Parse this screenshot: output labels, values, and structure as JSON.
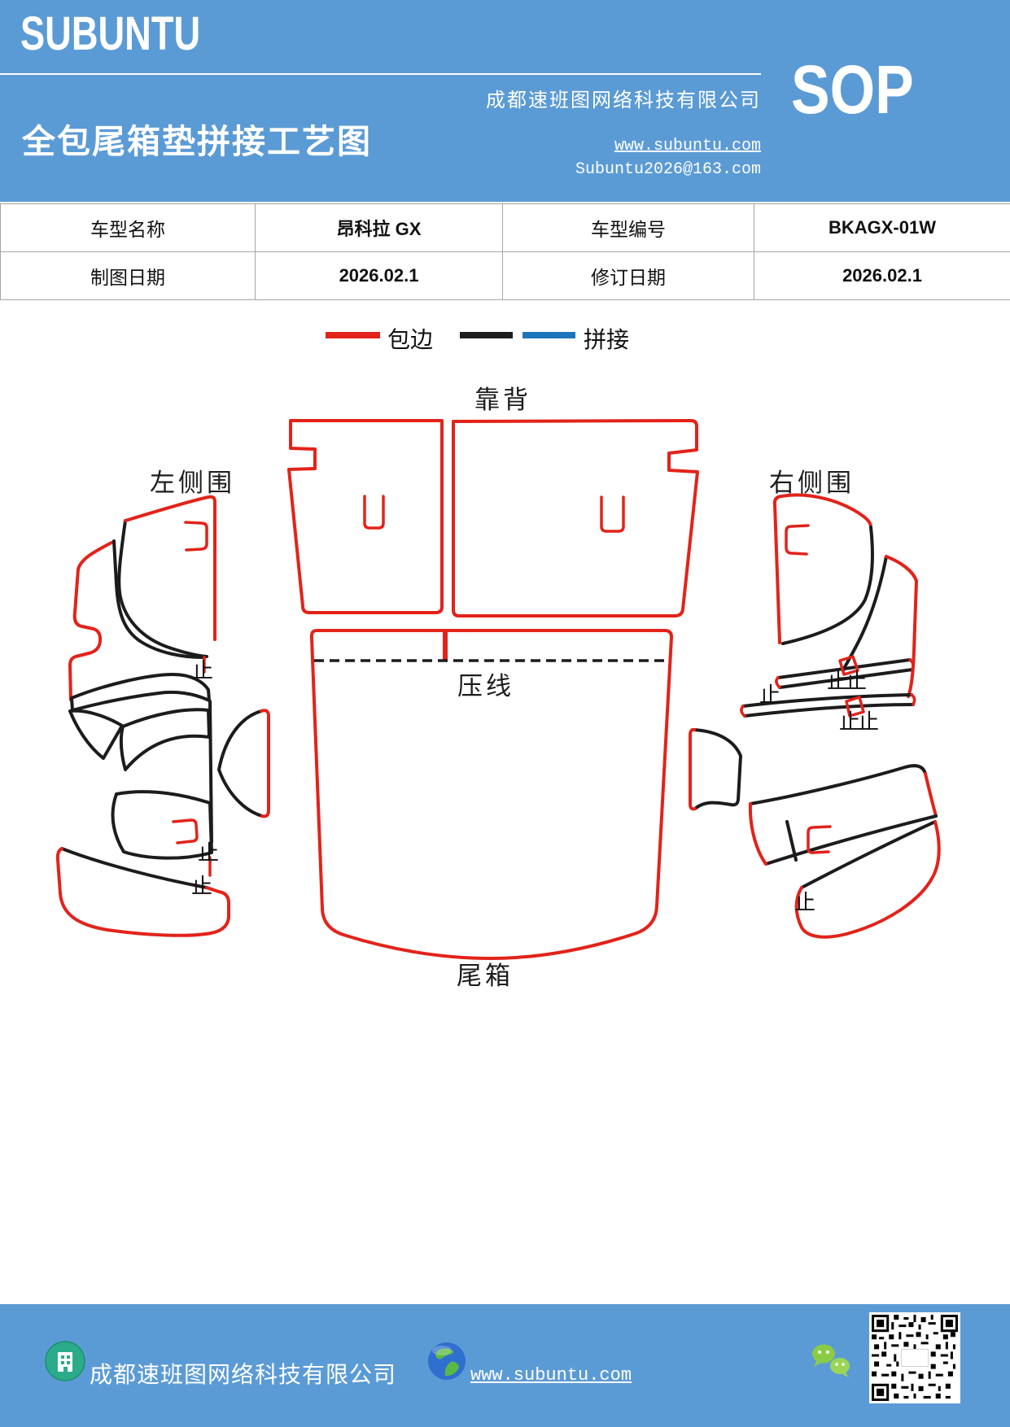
{
  "header": {
    "logo": "SUBUNTU",
    "company": "成都速班图网络科技有限公司",
    "title": "全包尾箱垫拼接工艺图",
    "badge": "SOP",
    "website": "www.subuntu.com",
    "email": "Subuntu2026@163.com"
  },
  "info_table": {
    "rows": [
      {
        "c0": "车型名称",
        "c1": "昂科拉 GX",
        "c2": "车型编号",
        "c3": "BKAGX-01W"
      },
      {
        "c0": "制图日期",
        "c1": "2026.02.1",
        "c2": "修订日期",
        "c3": "2026.02.1"
      }
    ]
  },
  "legend": {
    "edge": {
      "label": "包边",
      "color": "#e2231a"
    },
    "splice": {
      "label": "拼接",
      "colors": [
        "#1c1c1c",
        "#1b75bc"
      ]
    }
  },
  "diagram": {
    "labels": {
      "backrest": "靠背",
      "left_side": "左侧围",
      "right_side": "右侧围",
      "crease": "压线",
      "trunk": "尾箱"
    },
    "stop_mark": "止",
    "stroke_red": "#e2231a",
    "stroke_black": "#1c1c1c"
  },
  "footer": {
    "company": "成都速班图网络科技有限公司",
    "website": "www.subuntu.com",
    "icons": [
      "building-icon",
      "globe-icon",
      "wechat-icon",
      "qr-code"
    ]
  }
}
